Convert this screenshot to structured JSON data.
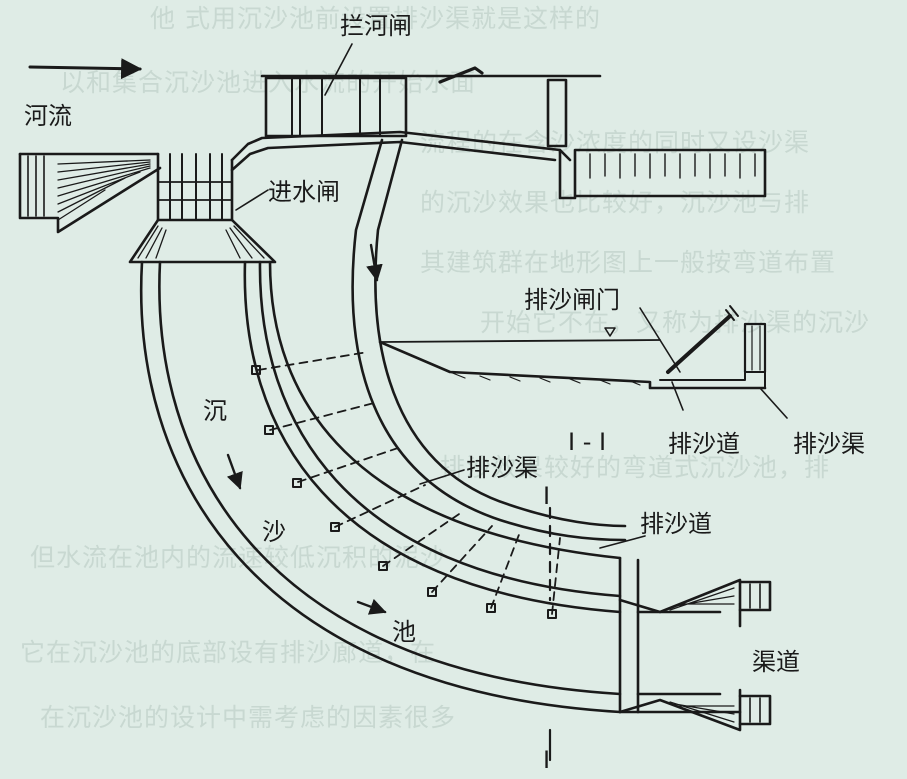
{
  "labels": {
    "river": "河流",
    "barrage": "拦河闸",
    "intake_gate": "进水闸",
    "flush_gate": "排沙闸门",
    "flush_passage_section": "排沙道",
    "flush_channel_section": "排沙渠",
    "section_caption": "I - I",
    "flush_channel": "排沙渠",
    "flush_passage": "排沙道",
    "section_mark_top": "I",
    "section_mark_bottom": "I",
    "basin_char_1": "沉",
    "basin_char_2": "沙",
    "basin_char_3": "池",
    "canal": "渠道"
  },
  "background_text": [
    "他 式用沉沙池前设置排沙渠就是这样的",
    "以和集合沉沙池进入水流的开始水面",
    "流程的在含沙浓度的同时又设沙渠",
    "的沉沙效果也比较好，沉沙池与排",
    "其建筑群在地形图上一般按弯道布置",
    "开始它不在，又称为排沙渠的沉沙",
    "排沙效果较好的弯道式沉沙池，排",
    "但水流在池内的流速较低沉积的泥沙",
    "它在沉沙池的底部设有排沙廊道，在",
    "在沉沙池的设计中需考虑的因素很多"
  ],
  "colors": {
    "background": "#dfece6",
    "ink": "#1a1a1a",
    "ghost_text": "#c8d8d1"
  }
}
